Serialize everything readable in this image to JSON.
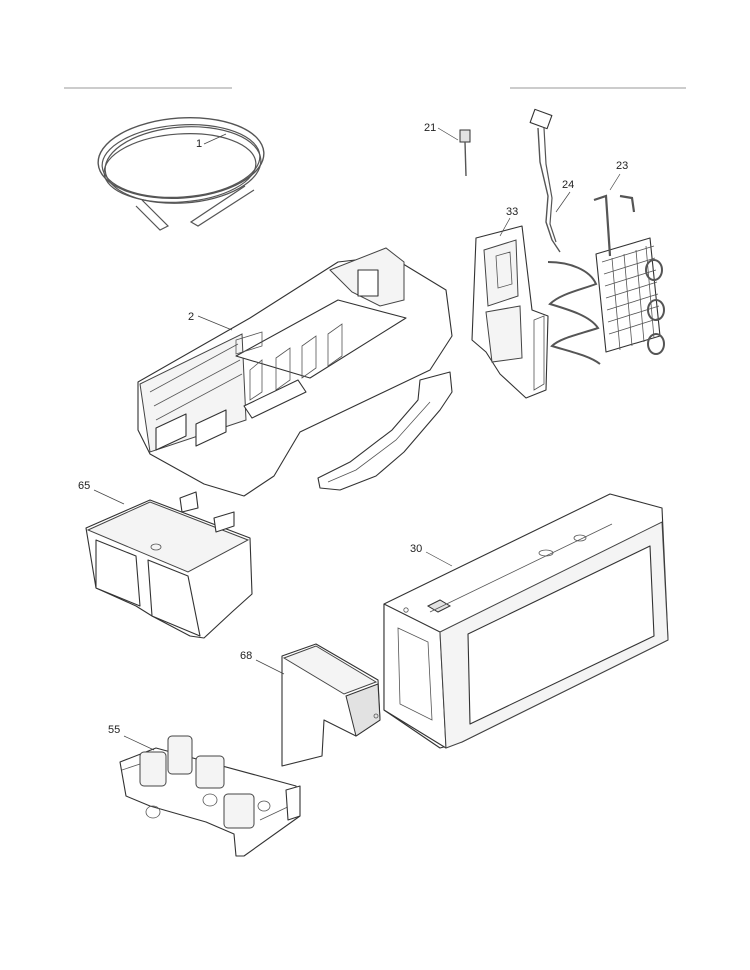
{
  "callouts": [
    {
      "id": "p1",
      "label": "1"
    },
    {
      "id": "p2",
      "label": "2"
    },
    {
      "id": "p21",
      "label": "21"
    },
    {
      "id": "p23",
      "label": "23"
    },
    {
      "id": "p24",
      "label": "24"
    },
    {
      "id": "p30",
      "label": "30"
    },
    {
      "id": "p33",
      "label": "33"
    },
    {
      "id": "p55",
      "label": "55"
    },
    {
      "id": "p65",
      "label": "65"
    },
    {
      "id": "p68",
      "label": "68"
    }
  ]
}
